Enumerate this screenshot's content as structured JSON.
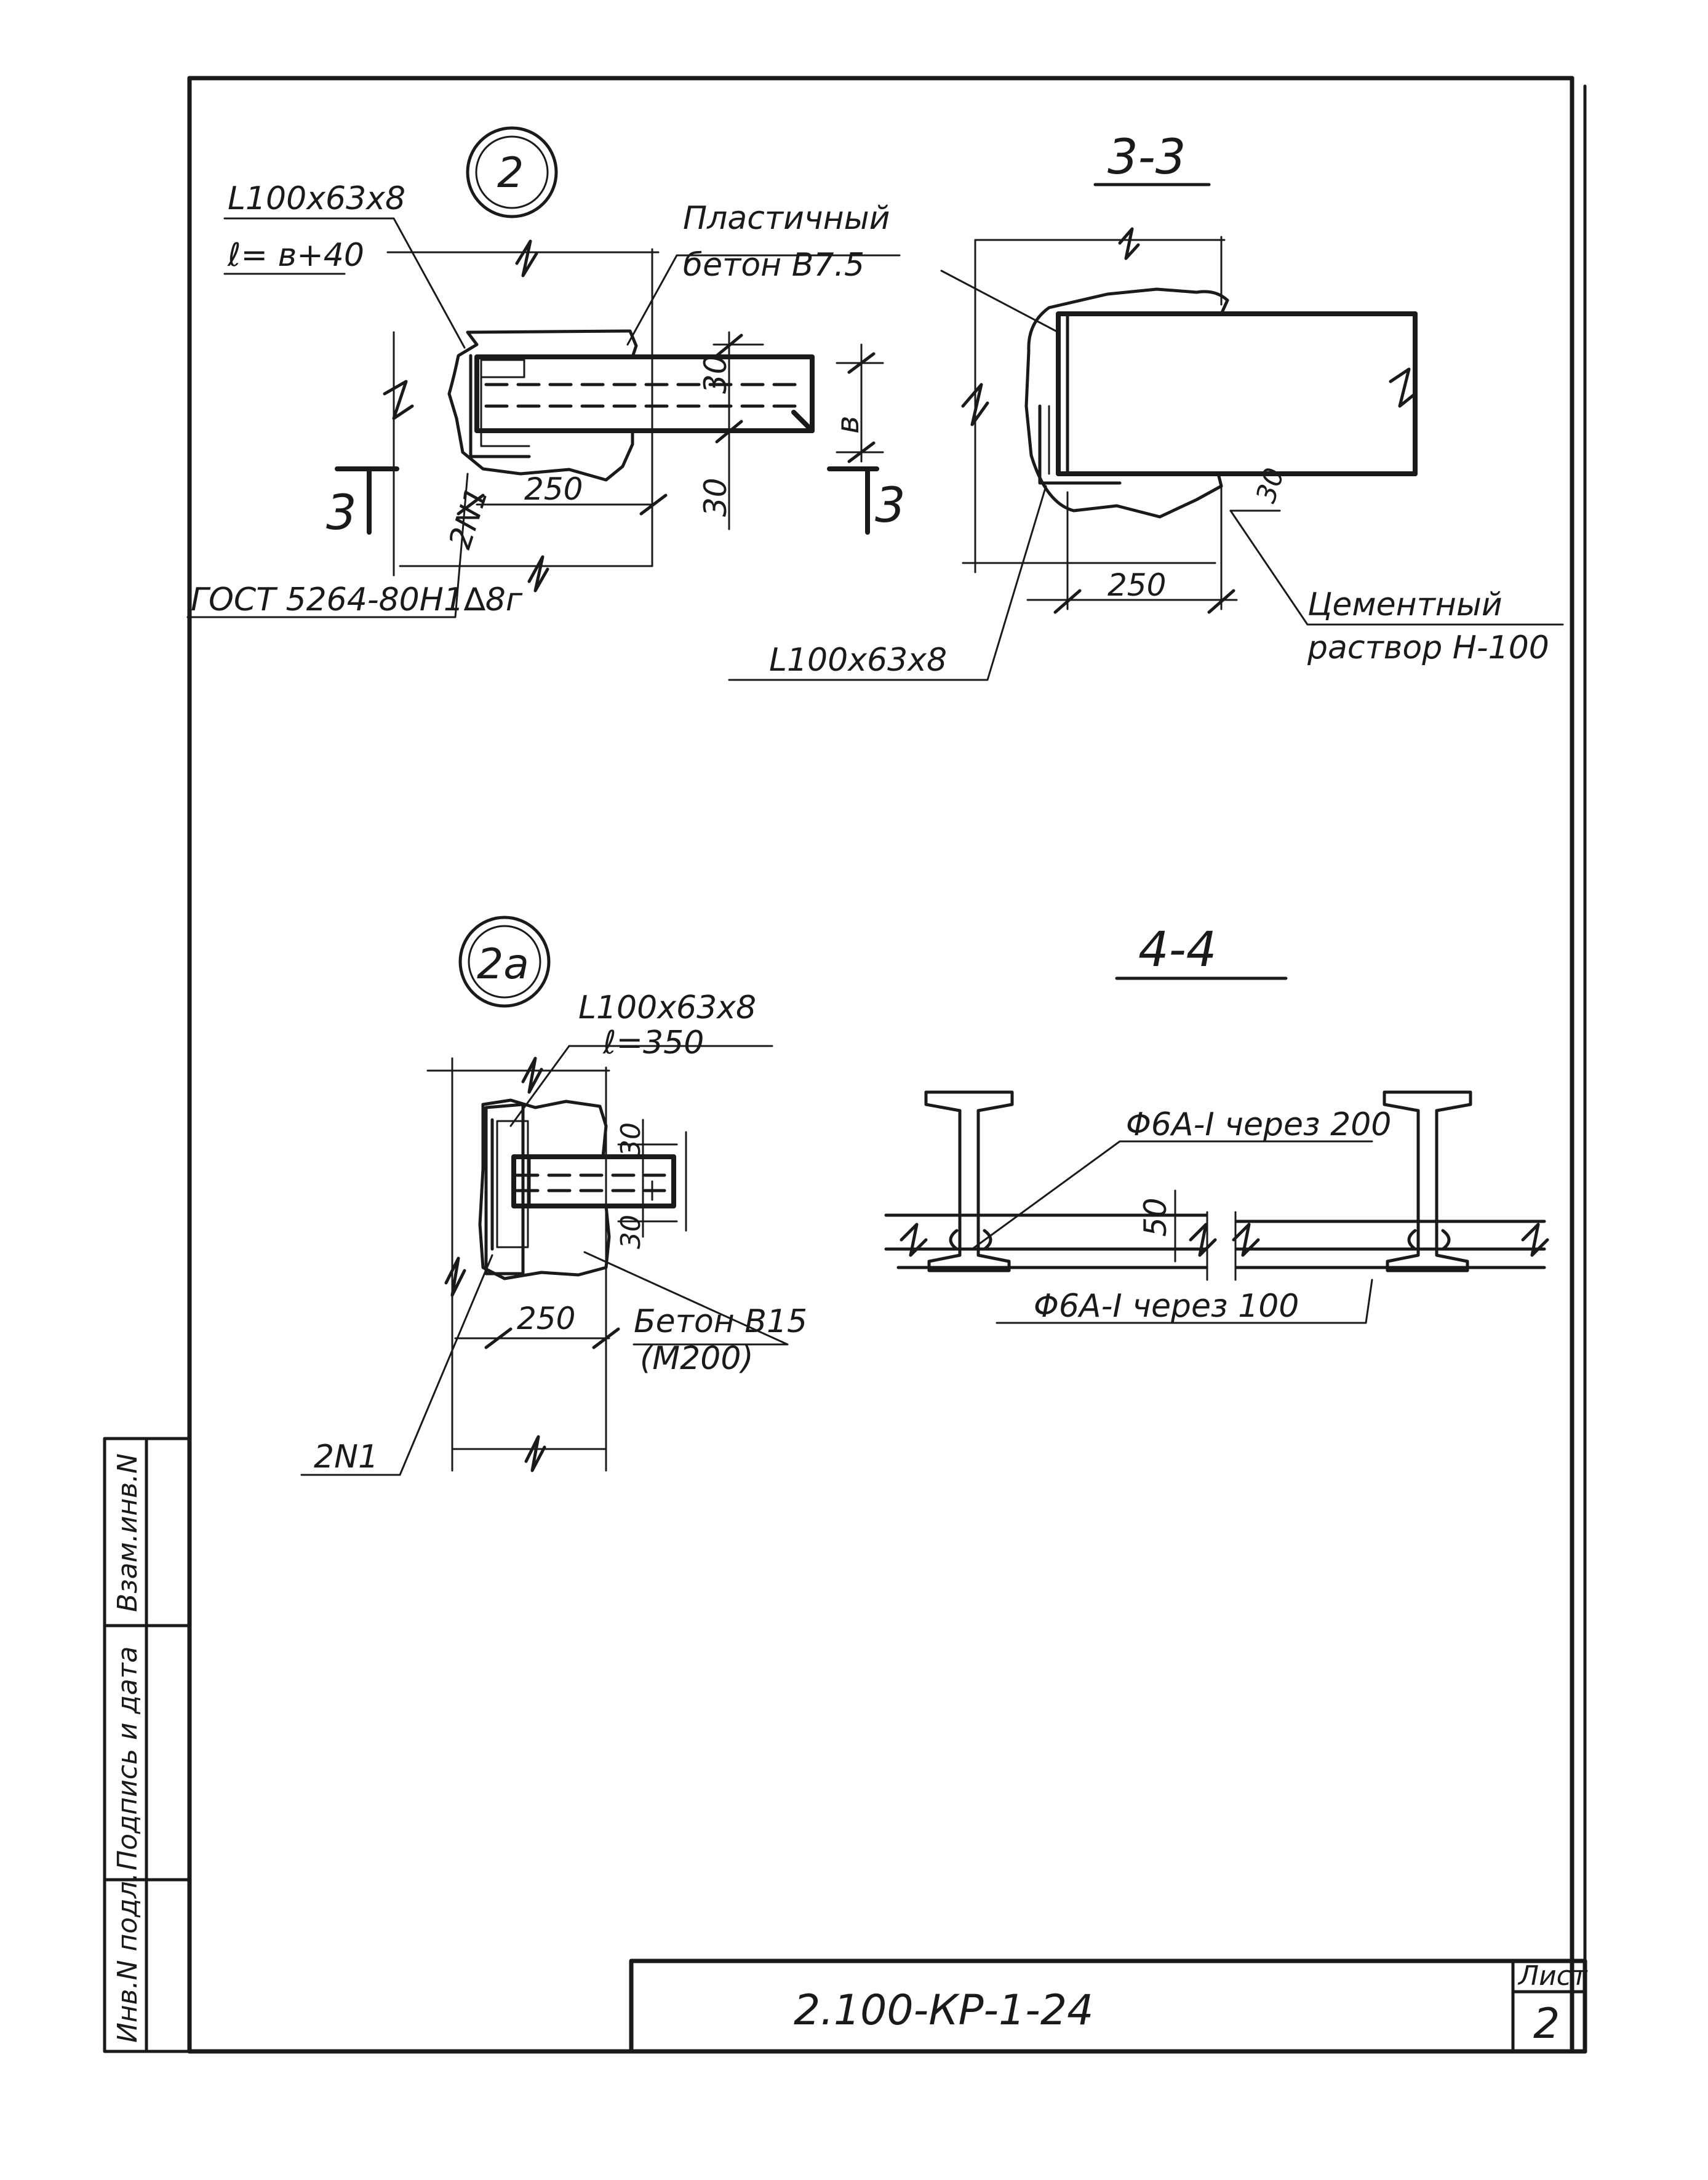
{
  "detail_2": {
    "marker": "2",
    "angle_label": "L100x63x8",
    "length_label": "ℓ= в+40",
    "concrete_label_1": "Пластичный",
    "concrete_label_2": "бетон В7.5",
    "dim_30_top": "30",
    "dim_30_bottom": "30",
    "dim_b": "в",
    "dim_250": "250",
    "bolt_label": "2N1",
    "gost_label": "ГОСТ 5264-80Н1∆8г",
    "cut_left": "3",
    "cut_right": "3"
  },
  "section_3_3": {
    "title": "3-3",
    "dim_250": "250",
    "dim_30": "30",
    "angle_label": "L100x63x8",
    "mortar_label_1": "Цементный",
    "mortar_label_2": "раствор Н-100"
  },
  "detail_2a": {
    "marker": "2а",
    "angle_label": "L100x63x8",
    "length_label": "ℓ=350",
    "dim_30_top": "30",
    "dim_30_bottom": "30",
    "dim_250": "250",
    "concrete_label_1": "Бетон В15",
    "concrete_label_2": "(М200)",
    "bolt_label": "2N1"
  },
  "section_4_4": {
    "title": "4-4",
    "rebar_top": "Φ6А-I через 200",
    "rebar_bottom": "Φ6А-I через 100",
    "dim_50": "50"
  },
  "side_stamp": {
    "col_1": "Инв.N подл.",
    "col_2": "Подпись и дата",
    "col_3": "Взам.инв.N"
  },
  "title_block": {
    "doc_code": "2.100-КР-1-24",
    "sheet_label": "Лист",
    "sheet_number": "2"
  }
}
